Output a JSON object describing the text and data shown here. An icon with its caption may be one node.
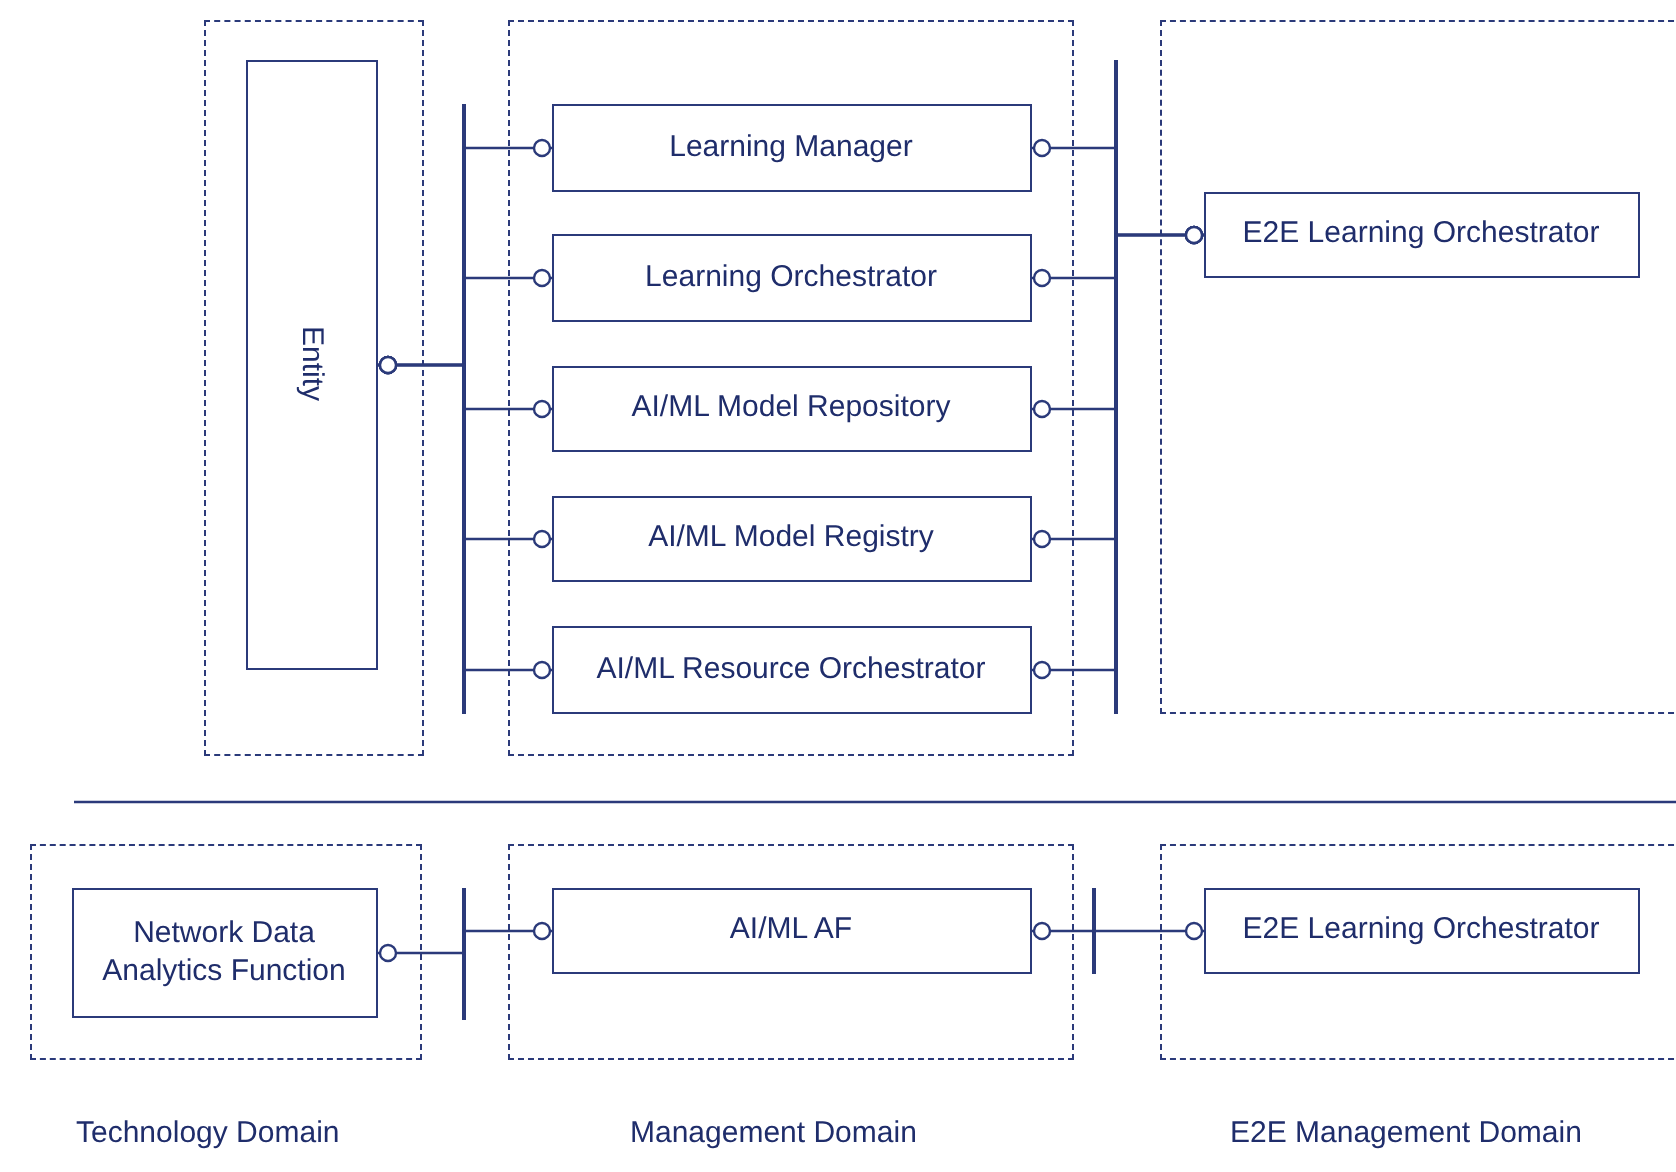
{
  "diagram": {
    "nodes": [
      {
        "text": [],
        "shape": "box"
      },
      {
        "text": [
          "Entity"
        ],
        "in": 0
      },
      {
        "text": [],
        "shape": "box"
      },
      {
        "text": [
          "Learning Manager"
        ],
        "in": 2
      },
      {
        "text": [
          "Learning Orchestrator"
        ],
        "in": 2
      },
      {
        "text": [
          "AI/ML Model Repository"
        ],
        "in": 2
      },
      {
        "text": [
          "AI/ML Model Registry"
        ],
        "in": 2
      },
      {
        "text": [
          "AI/ML Resource Orchestrator"
        ],
        "in": 2
      },
      {
        "text": [],
        "shape": "box"
      },
      {
        "text": [
          "E2E Learning Orchestrator"
        ],
        "in": 8
      },
      {
        "text": [],
        "shape": "box"
      },
      {
        "text": [
          "Network Data Analytics Function"
        ],
        "in": 10
      },
      {
        "text": [],
        "shape": "box"
      },
      {
        "text": [
          "AI/ML AF"
        ],
        "in": 12
      },
      {
        "text": [],
        "shape": "box"
      },
      {
        "text": [
          "E2E Learning Orchestrator"
        ],
        "in": 14
      }
    ],
    "edges": [
      {
        "from": 1,
        "to": 3,
        "arrow": "other"
      },
      {
        "from": 1,
        "to": 4,
        "arrow": "other"
      },
      {
        "from": 1,
        "to": 5,
        "arrow": "other"
      },
      {
        "from": 1,
        "to": 6,
        "arrow": "other"
      },
      {
        "from": 1,
        "to": 7,
        "arrow": "other"
      },
      {
        "from": 3,
        "to": 9,
        "arrow": "other"
      },
      {
        "from": 4,
        "to": 9,
        "arrow": "other"
      },
      {
        "from": 5,
        "to": 9,
        "arrow": "other"
      },
      {
        "from": 6,
        "to": 9,
        "arrow": "other"
      },
      {
        "from": 7,
        "to": 9,
        "arrow": "other"
      },
      {
        "from": 11,
        "to": 13,
        "arrow": "other"
      },
      {
        "from": 13,
        "to": 15,
        "arrow": "other"
      }
    ],
    "labels": [
      "Technology Domain",
      "Management Domain",
      "E2E Management Domain"
    ]
  }
}
